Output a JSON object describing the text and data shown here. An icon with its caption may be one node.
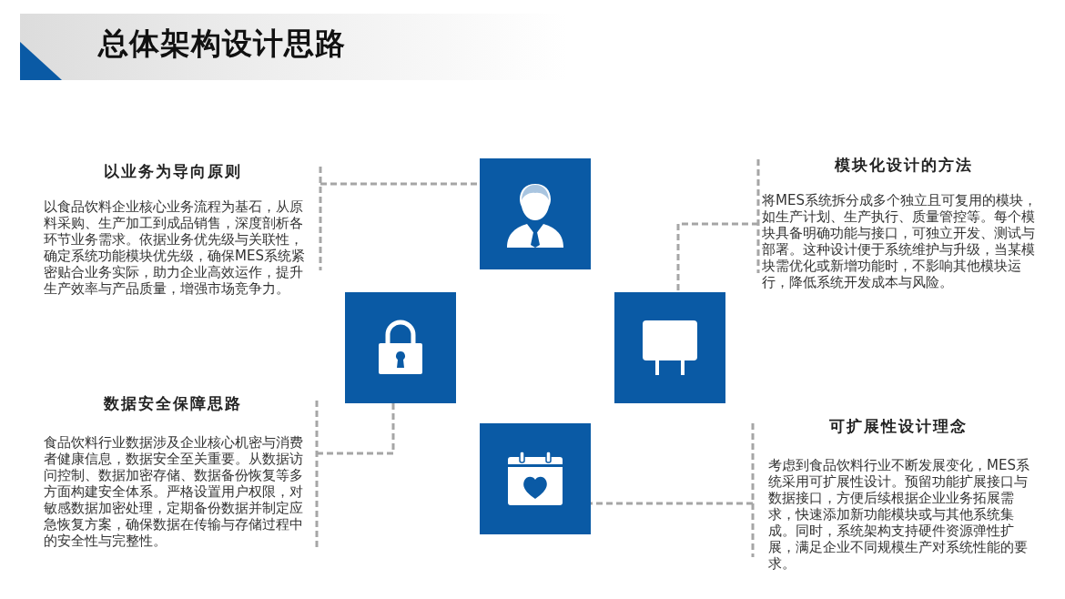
{
  "diagram": {
    "title": "总体架构设计思路",
    "nodes": [
      {
        "text": [
          "以业务为导向原则",
          "以食品饮料企业核心业务流程为基石，从原料采购、生产加工到成品销售，深度剖析各环节业务需求。依据业务优先级与关联性，确定系统功能模块优先级，确保MES系统紧密贴合业务实际，助力企业高效运作，提升生产效率与产品质量，增强市场竞争力。"
        ]
      },
      {
        "text": [
          "模块化设计的方法",
          "将MES系统拆分成多个独立且可复用的模块，如生产计划、生产执行、质量管控等。每个模块具备明确功能与接口，可独立开发、测试与部署。这种设计便于系统维护与升级，当某模块需优化或新增功能时，不影响其他模块运行，降低系统开发成本与风险。"
        ]
      },
      {
        "text": [
          "数据安全保障思路",
          "食品饮料行业数据涉及企业核心机密与消费者健康信息，数据安全至关重要。从数据访问控制、数据加密存储、数据备份恢复等多方面构建安全体系。严格设置用户权限，对敏感数据加密处理，定期备份数据并制定应急恢复方案，确保数据在传输与存储过程中的安全性与完整性。"
        ]
      },
      {
        "text": [
          "可扩展性设计理念",
          "考虑到食品饮料行业不断发展变化，MES系统采用可扩展性设计。预留功能扩展接口与数据接口，方便后续根据企业业务拓展需求，快速添加新功能模块或与其他系统集成。同时，系统架构支持硬件资源弹性扩展，满足企业不同规模生产对系统性能的要求。"
        ]
      },
      {
        "text": [],
        "shape": "box"
      },
      {
        "text": [],
        "shape": "box"
      },
      {
        "text": [],
        "shape": "box"
      },
      {
        "text": [],
        "shape": "box"
      }
    ],
    "edges": [
      {
        "from": 0,
        "to": 4,
        "arrow": "none",
        "style": "dashed"
      },
      {
        "from": 1,
        "to": 6,
        "arrow": "none",
        "style": "dashed"
      },
      {
        "from": 2,
        "to": 5,
        "arrow": "none",
        "style": "dashed"
      },
      {
        "from": 3,
        "to": 7,
        "arrow": "none",
        "style": "dashed"
      }
    ]
  }
}
